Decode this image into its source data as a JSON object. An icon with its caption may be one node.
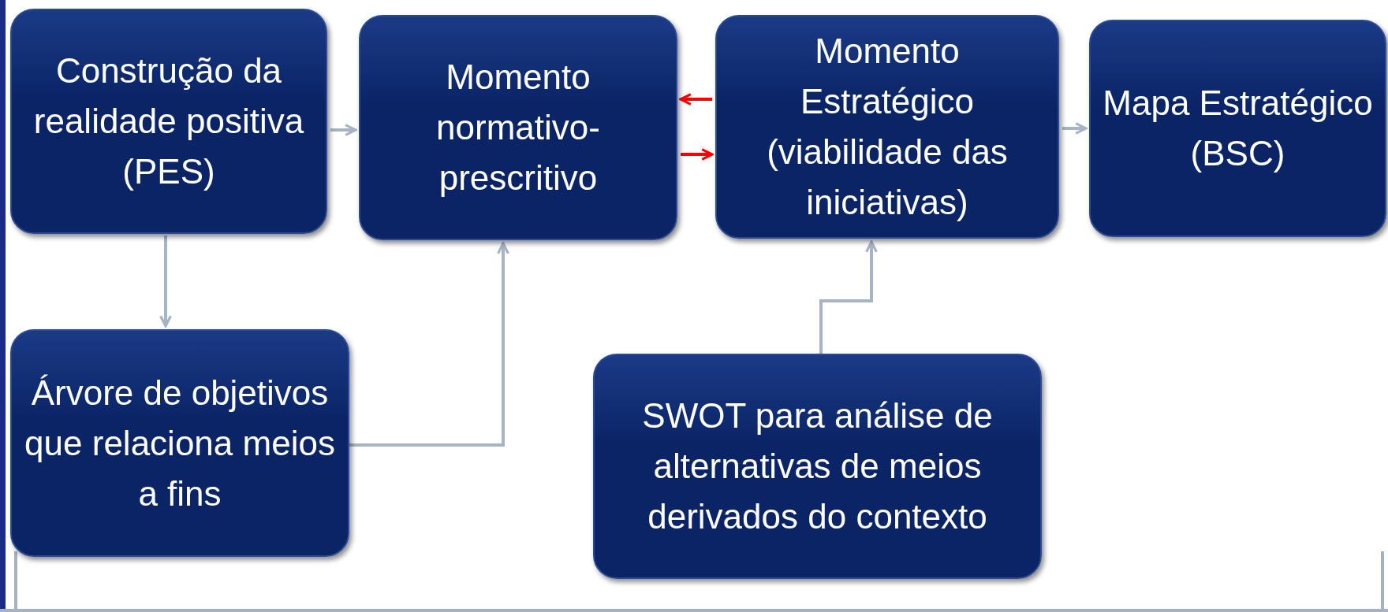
{
  "diagram": {
    "nodes": [
      {
        "text": [
          "Construção da realidade positiva (PES)"
        ]
      },
      {
        "text": [
          "Momento normativo-prescritivo"
        ]
      },
      {
        "text": [
          "Momento Estratégico (viabilidade das iniciativas)"
        ]
      },
      {
        "text": [
          "Mapa Estratégico (BSC)"
        ]
      },
      {
        "text": [
          "Árvore de objetivos que relaciona meios a fins"
        ]
      },
      {
        "text": [
          "SWOT para análise de alternativas de meios derivados do contexto"
        ]
      }
    ],
    "edges": [
      {
        "from": 0,
        "to": 1,
        "arrow": "to"
      },
      {
        "from": 2,
        "to": 1,
        "arrow": "to",
        "color": "#ff0000"
      },
      {
        "from": 1,
        "to": 2,
        "arrow": "to",
        "color": "#ff0000"
      },
      {
        "from": 2,
        "to": 3,
        "arrow": "to"
      },
      {
        "from": 0,
        "to": 4,
        "arrow": "to"
      },
      {
        "from": 4,
        "to": 1,
        "arrow": "to"
      },
      {
        "from": 5,
        "to": 2,
        "arrow": "to"
      }
    ]
  }
}
